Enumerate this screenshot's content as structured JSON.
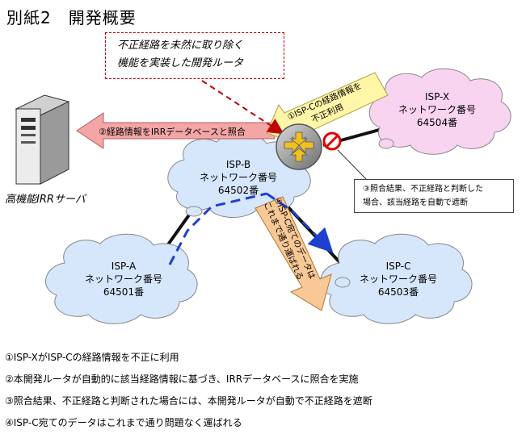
{
  "title": "別紙2　開発概要",
  "callout": {
    "line1": "不正経路を未然に取り除く",
    "line2": "機能を実装した開発ルータ"
  },
  "server_label": "高機能IRRサーバ",
  "arrow_irr_query": "②経路情報をIRRデータベースと照合",
  "arrow_isp_c_info": {
    "line1": "①ISP-Cの経路情報を",
    "line2": "不正利用"
  },
  "arrow_data_flow": {
    "line1": "④ISP-C宛てのデータは",
    "line2": "これまで通り運ばれる"
  },
  "block_note": {
    "line1": "③照合結果、不正経路と判断した",
    "line2": "場合、該当経路を自動で遮断"
  },
  "clouds": {
    "isp_x": {
      "name": "ISP-X",
      "line2": "ネットワーク番号",
      "line3": "64504番"
    },
    "isp_b": {
      "name": "ISP-B",
      "line2": "ネットワーク番号",
      "line3": "64502番"
    },
    "isp_a": {
      "name": "ISP-A",
      "line2": "ネットワーク番号",
      "line3": "64501番"
    },
    "isp_c": {
      "name": "ISP-C",
      "line2": "ネットワーク番号",
      "line3": "64503番"
    }
  },
  "notes": [
    "①ISP-XがISP-Cの経路情報を不正に利用",
    "②本開発ルータが自動的に該当経路情報に基づき、IRRデータベースに照合を実施",
    "③照合結果、不正経路と判断された場合には、本開発ルータが自動で不正経路を遮断",
    "④ISP-C宛てのデータはこれまで通り問題なく運ばれる"
  ],
  "colors": {
    "cloud_blue": "#d6e6fb",
    "cloud_pink": "#f8d4f0",
    "arrow_pink": "#f4a6a6",
    "arrow_yellow": "#fff6a8",
    "arrow_orange": "#f8c896",
    "dashed_blue": "#1f3fcf",
    "dashed_red": "#c00000",
    "block_red": "#e00000"
  }
}
